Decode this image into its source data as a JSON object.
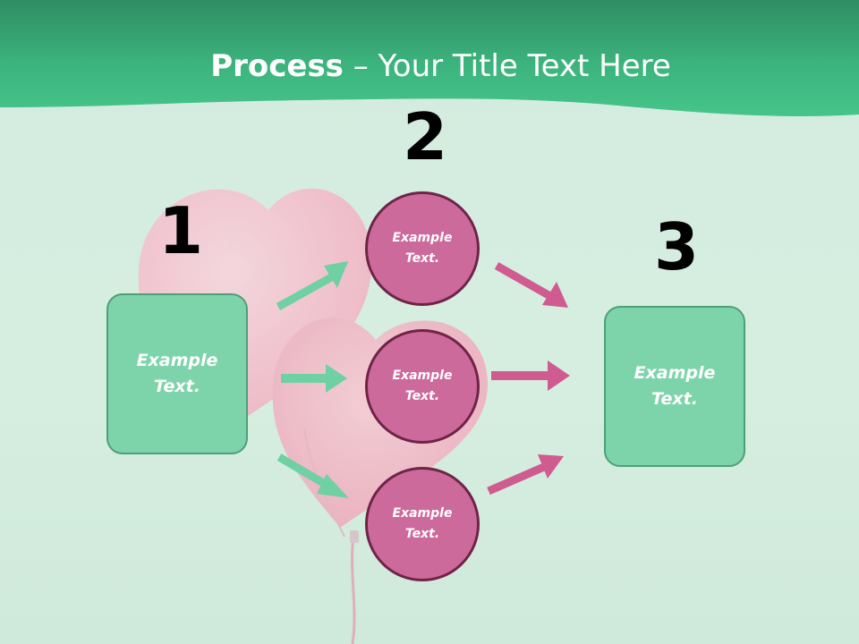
{
  "title": {
    "bold": "Process",
    "rest": " – Your Title Text Here"
  },
  "steps": {
    "one": "1",
    "two": "2",
    "three": "3"
  },
  "left_box": "Example\nText.",
  "right_box": "Example\nText.",
  "circles": [
    "Example\nText.",
    "Example\nText.",
    "Example\nText."
  ],
  "colors": {
    "header": "#3cb97f",
    "box": "#7dd4aa",
    "circle": "#cd6a9c",
    "left_arrow": "#6fd0a3",
    "right_arrow": "#cf5b91"
  },
  "background_image": "pink-heart-balloons"
}
